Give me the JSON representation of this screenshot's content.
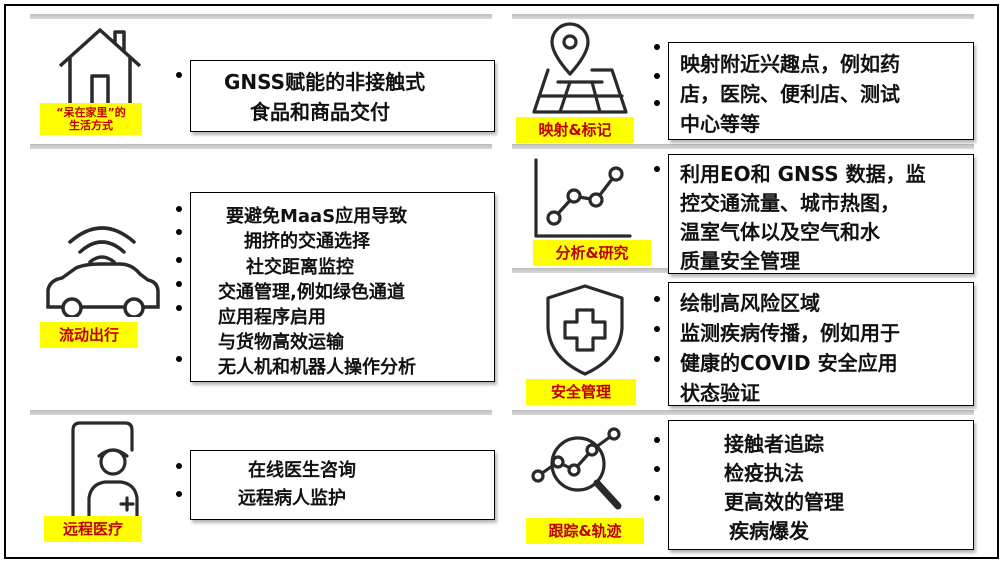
{
  "left": {
    "home": {
      "tag": [
        "“呆在家里”的",
        "生活方式"
      ],
      "lines": [
        "GNSS赋能的非接触式",
        "食品和商品交付"
      ],
      "icon": "house-icon"
    },
    "mobility": {
      "tag": "流动出行",
      "lines": [
        "要避免MaaS应用导致",
        "拥挤的交通选择",
        "社交距离监控",
        "交通管理,例如绿色通道",
        "应用程序启用",
        "与货物高效运输",
        "无人机和机器人操作分析"
      ],
      "icon": "connected-car-icon"
    },
    "telemed": {
      "tag": "远程医疗",
      "lines": [
        "在线医生咨询",
        "远程病人监护"
      ],
      "icon": "phone-doctor-icon"
    }
  },
  "right": {
    "mapping": {
      "tag": "映射&标记",
      "lines": [
        "映射附近兴趣点，例如药",
        "店，医院、便利店、测试",
        "中心等等"
      ],
      "icon": "map-pin-icon"
    },
    "analysis": {
      "tag": "分析&研究",
      "lines": [
        "利用EO和 GNSS 数据，监",
        "控交通流量、城市热图，",
        "温室气体以及空气和水",
        "质量安全管理"
      ],
      "icon": "line-chart-icon"
    },
    "safety": {
      "tag": "安全管理",
      "lines": [
        "绘制高风险区域",
        "监测疾病传播，例如用于",
        "健康的COVID 安全应用",
        "状态验证"
      ],
      "icon": "shield-cross-icon"
    },
    "tracking": {
      "tag": "跟踪&轨迹",
      "lines": [
        "接触者追踪",
        "检疫执法",
        "更高效的管理",
        "疾病爆发"
      ],
      "icon": "magnifier-chart-icon"
    }
  }
}
